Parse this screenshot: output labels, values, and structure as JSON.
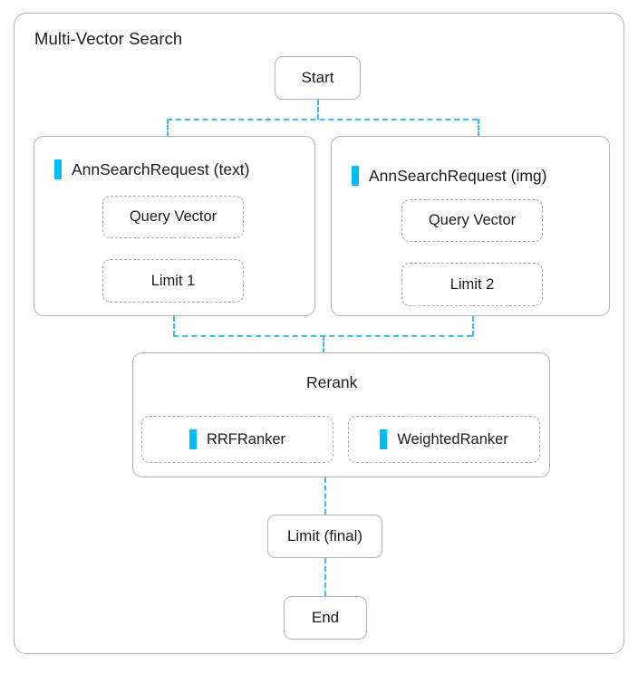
{
  "diagram": {
    "title": "Multi-Vector Search",
    "accent_color": "#00bdf5",
    "border_color": "#b3b1bd",
    "connector_color": "#38bdf8",
    "background": "#ffffff"
  },
  "nodes": {
    "start": {
      "label": "Start"
    },
    "limit_final": {
      "label": "Limit (final)"
    },
    "end": {
      "label": "End"
    }
  },
  "branches": [
    {
      "id": "ann-text",
      "header": "AnnSearchRequest (text)",
      "icon": "accent-bar-icon",
      "items": [
        {
          "label": "Query Vector"
        },
        {
          "label": "Limit 1"
        }
      ]
    },
    {
      "id": "ann-img",
      "header": "AnnSearchRequest (img)",
      "icon": "accent-bar-icon",
      "items": [
        {
          "label": "Query Vector"
        },
        {
          "label": "Limit 2"
        }
      ]
    }
  ],
  "rerank": {
    "title": "Rerank",
    "rankers": [
      {
        "label": "RRFRanker",
        "icon": "accent-bar-icon"
      },
      {
        "label": "WeightedRanker",
        "icon": "accent-bar-icon"
      }
    ]
  }
}
